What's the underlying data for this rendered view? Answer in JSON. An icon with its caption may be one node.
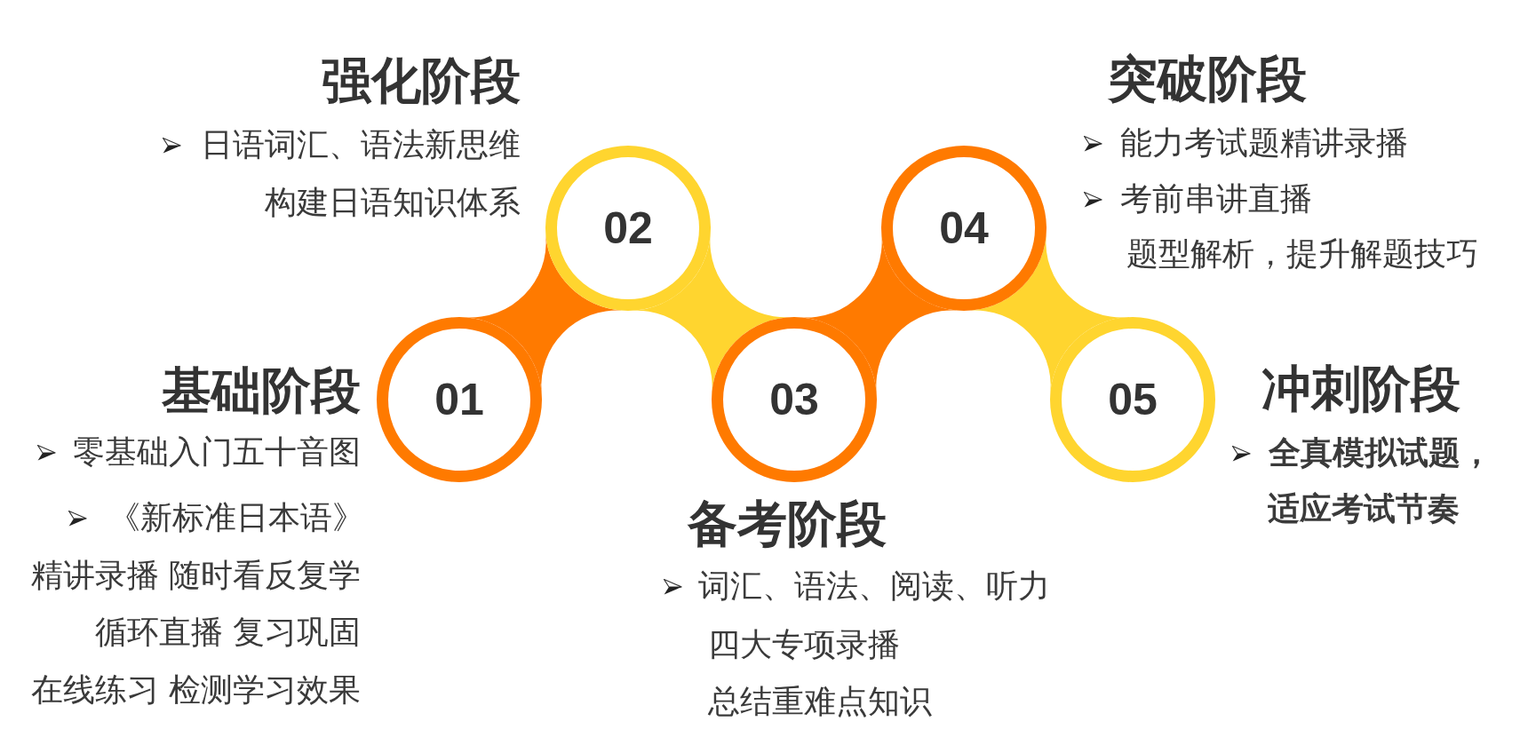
{
  "diagram": {
    "nodes": [
      {
        "text": [
          "01"
        ],
        "beside": [
          "基础阶段",
          "零基础入门五十音图",
          "《新标准日本语》",
          "精讲录播 随时看反复学",
          "循环直播 复习巩固",
          "在线练习 检测学习效果"
        ]
      },
      {
        "text": [
          "02"
        ],
        "beside": [
          "强化阶段",
          "日语词汇、语法新思维",
          "构建日语知识体系"
        ]
      },
      {
        "text": [
          "03"
        ],
        "beside": [
          "备考阶段",
          "词汇、语法、阅读、听力",
          "四大专项录播",
          "总结重难点知识"
        ]
      },
      {
        "text": [
          "04"
        ],
        "beside": [
          "突破阶段",
          "能力考试题精讲录播",
          "考前串讲直播",
          "题型解析，提升解题技巧"
        ]
      },
      {
        "text": [
          "05"
        ],
        "beside": [
          "冲刺阶段",
          "全真模拟试题，",
          "适应考试节奏"
        ]
      }
    ],
    "edges": [
      {
        "from": 0,
        "to": 1,
        "arrow": "none",
        "color": "#ff7a00"
      },
      {
        "from": 1,
        "to": 2,
        "arrow": "none",
        "color": "#ffd52f"
      },
      {
        "from": 2,
        "to": 3,
        "arrow": "none",
        "color": "#ff7a00"
      },
      {
        "from": 3,
        "to": 4,
        "arrow": "none",
        "color": "#ffd52f"
      }
    ]
  }
}
